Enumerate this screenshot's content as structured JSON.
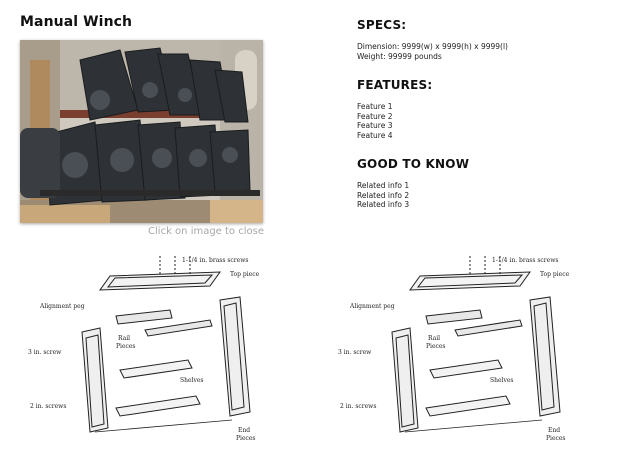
{
  "header": {
    "title": "Manual Winch"
  },
  "photo": {
    "caption": "Click on image to close"
  },
  "specs": {
    "heading": "SPECS:",
    "lines": [
      "Dimension: 9999(w) x 9999(h) x 9999(l)",
      "Weight: 99999 pounds"
    ]
  },
  "features": {
    "heading": "FEATURES:",
    "items": [
      "Feature 1",
      "Feature 2",
      "Feature 3",
      "Feature 4"
    ]
  },
  "good_to_know": {
    "heading": "GOOD TO KNOW",
    "items": [
      "Related info 1",
      "Related info 2",
      "Related info 3"
    ]
  },
  "diagram": {
    "labels": {
      "screws_top": "1-1/4 in. brass screws",
      "top_piece": "Top piece",
      "alignment_peg": "Alignment peg",
      "rail_pieces_1": "Rail",
      "rail_pieces_2": "Pieces",
      "screw_3in": "3 in. screw",
      "shelves": "Shelves",
      "screws_2in": "2 in. screws",
      "end_pieces_1": "End",
      "end_pieces_2": "Pieces"
    }
  }
}
